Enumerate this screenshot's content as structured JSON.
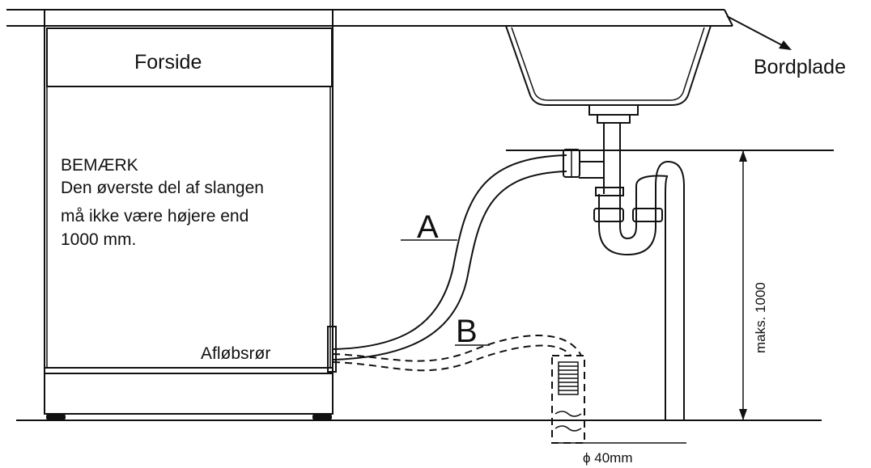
{
  "labels": {
    "front": "Forside",
    "countertop": "Bordplade",
    "note_heading": "BEMÆRK",
    "note_line1": "Den øverste del af slangen",
    "note_line2": "må ikke være højere end",
    "note_line3": "1000 mm.",
    "drain_pipe": "Afløbsrør",
    "hose_a": "A",
    "hose_b": "B",
    "max_height": "maks. 1000",
    "diameter": "ϕ 40mm"
  }
}
